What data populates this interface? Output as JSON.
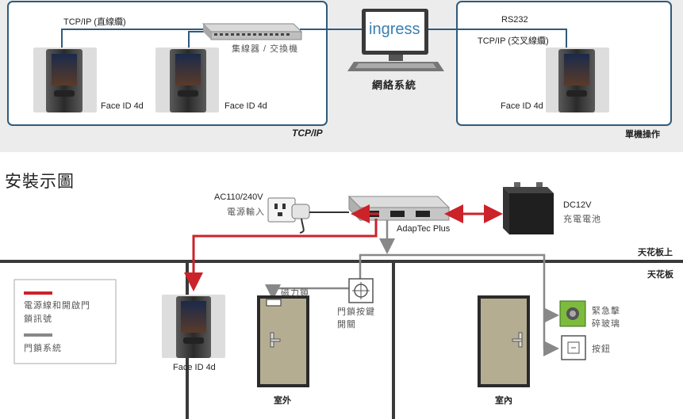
{
  "top": {
    "tcpip_direct": "TCP/IP (直線纜)",
    "hub_label": "集線器 / 交換機",
    "network_label": "網絡系統",
    "ingress_logo": "ingress",
    "device1_label": "Face ID 4d",
    "device2_label": "Face ID 4d",
    "device3_label": "Face ID 4d",
    "tcpip_footer": "TCP/IP",
    "rs232_label": "RS232",
    "tcpip_cross": "TCP/IP (交叉線纜)",
    "standalone_label": "單機操作"
  },
  "install": {
    "title": "安裝示圖",
    "ac_label": "AC110/240V",
    "power_input": "電源輸入",
    "adaptec_label": "AdapTec Plus",
    "dc_label": "DC12V",
    "battery_label": "充電電池",
    "ceiling_above": "天花板上",
    "ceiling": "天花板",
    "legend_red": "電源線和開啟門鎖訊號",
    "legend_gray": "門鎖系統",
    "magnetic_lock": "磁力鎖",
    "exit_button": "門鎖按鍵開關",
    "device_label": "Face ID 4d",
    "outdoor": "室外",
    "indoor": "室內",
    "emergency_glass": "緊急擊碎玻璃",
    "button": "按鈕"
  },
  "colors": {
    "panel_border": "#2f5b7c",
    "red_wire": "#cc2229",
    "gray_wire": "#888888",
    "door": "#b5ad92",
    "floor_line": "#3a3a3a"
  }
}
